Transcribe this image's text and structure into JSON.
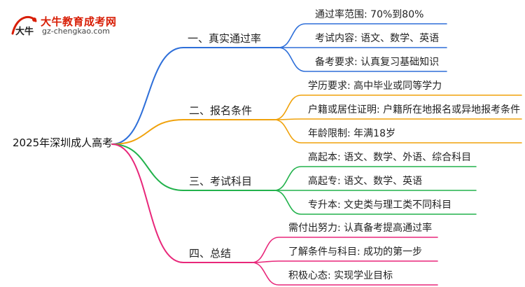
{
  "logo": {
    "title": "大牛教育成考网",
    "url": "gz-chengkao.com",
    "mark_text": "大牛"
  },
  "mindmap": {
    "root": "2025年深圳成人高考",
    "colors": {
      "branch_1": "#2e6fd9",
      "branch_2": "#f0a20c",
      "branch_3": "#22b24c",
      "branch_4": "#e8277a"
    },
    "branches": [
      {
        "label": "一、真实通过率",
        "leaves": [
          "通过率范围: 70%到80%",
          "考试内容: 语文、数学、英语",
          "备考要求: 认真复习基础知识"
        ]
      },
      {
        "label": "二、报名条件",
        "leaves": [
          "学历要求: 高中毕业或同等学力",
          "户籍或居住证明: 户籍所在地报名或异地报考条件",
          "年龄限制: 年满18岁"
        ]
      },
      {
        "label": "三、考试科目",
        "leaves": [
          "高起本: 语文、数学、外语、综合科目",
          "高起专: 语文、数学、英语",
          "专升本: 文史类与理工类不同科目"
        ]
      },
      {
        "label": "四、总结",
        "leaves": [
          "需付出努力: 认真备考提高通过率",
          "了解条件与科目: 成功的第一步",
          "积极心态: 实现学业目标"
        ]
      }
    ]
  }
}
